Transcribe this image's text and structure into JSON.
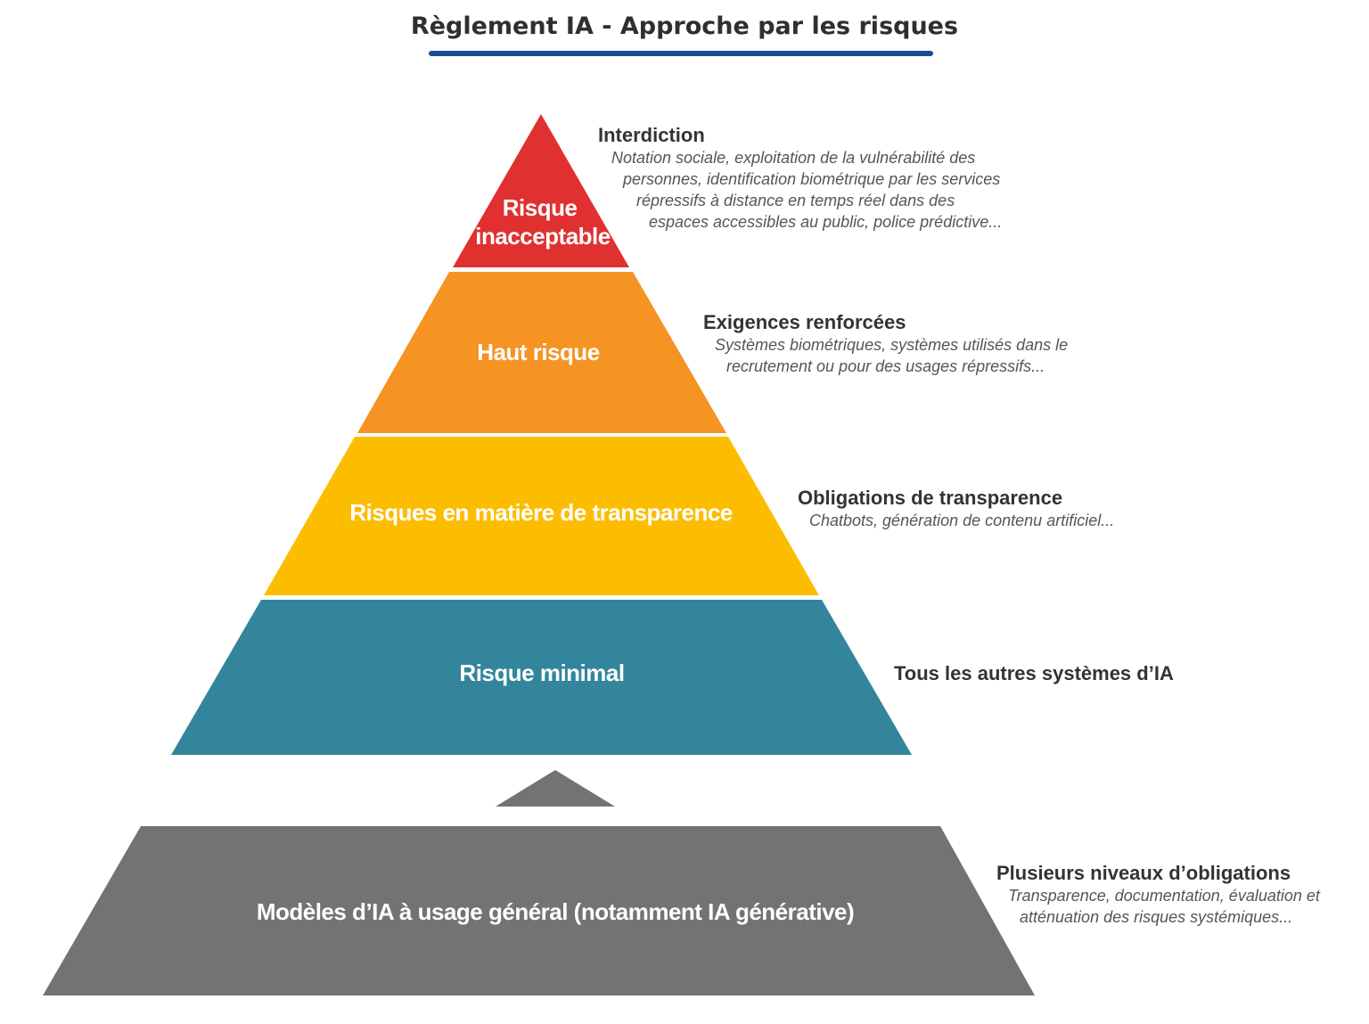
{
  "title": "Règlement IA - Approche par les risques",
  "tiers": [
    {
      "label_lines": [
        "Risque",
        "inacceptable"
      ],
      "color": "#e03030",
      "annotation": {
        "heading": "Interdiction",
        "lines": [
          "Notation sociale, exploitation de la vulnérabilité des",
          "personnes, identification biométrique par les services",
          "répressifs à distance en temps réel dans des",
          "espaces accessibles au public, police prédictive..."
        ]
      }
    },
    {
      "label_lines": [
        "Haut risque"
      ],
      "color": "#f59323",
      "annotation": {
        "heading": "Exigences renforcées",
        "lines": [
          "Systèmes biométriques, systèmes utilisés dans le",
          "recrutement ou pour des usages répressifs..."
        ]
      }
    },
    {
      "label_lines": [
        "Risques en matière de transparence"
      ],
      "color": "#fcbd00",
      "annotation": {
        "heading": "Obligations de transparence",
        "lines": [
          "Chatbots, génération de contenu artificiel..."
        ]
      }
    },
    {
      "label_lines": [
        "Risque minimal"
      ],
      "color": "#33859c",
      "annotation": {
        "heading": "Tous les autres systèmes d’IA",
        "lines": []
      }
    }
  ],
  "base": {
    "label": "Modèles d’IA à usage général (notamment IA générative)",
    "color": "#737373",
    "annotation": {
      "heading": "Plusieurs niveaux d’obligations",
      "lines": [
        "Transparence, documentation, évaluation  et",
        "atténuation des risques systémiques..."
      ]
    }
  },
  "connector_color": "#737373",
  "accent_underline_color": "#1a4d8f"
}
